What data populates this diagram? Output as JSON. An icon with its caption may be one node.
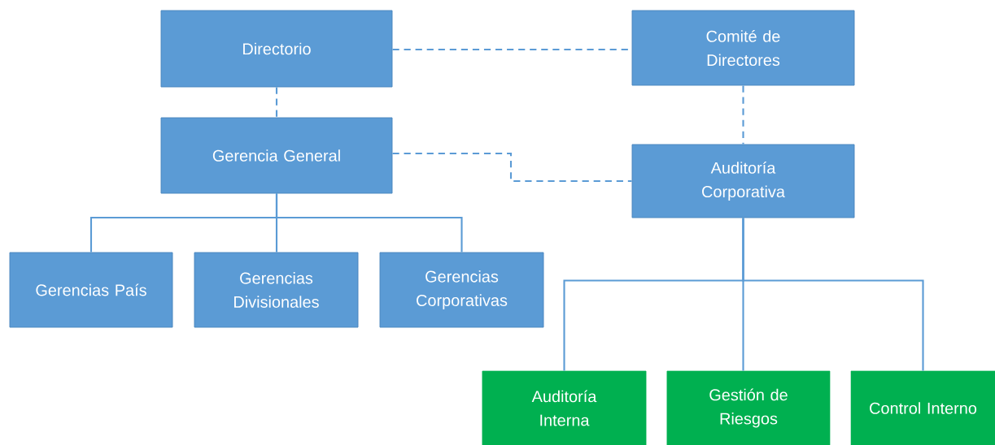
{
  "diagram": {
    "nodes": [
      {
        "text": [
          "Directorio"
        ]
      },
      {
        "text": [
          "Comité de Directores"
        ]
      },
      {
        "text": [
          "Gerencia General"
        ]
      },
      {
        "text": [
          "Auditoría Corporativa"
        ]
      },
      {
        "text": [
          "Gerencias País"
        ]
      },
      {
        "text": [
          "Gerencias Divisionales"
        ]
      },
      {
        "text": [
          "Gerencias Corporativas"
        ]
      },
      {
        "text": [
          "Auditoría Interna"
        ]
      },
      {
        "text": [
          "Gestión de Riesgos"
        ]
      },
      {
        "text": [
          "Control Interno"
        ]
      }
    ],
    "edges": [
      {
        "from": 0,
        "to": 1,
        "arrow": "none",
        "style": "dashed"
      },
      {
        "from": 0,
        "to": 2,
        "arrow": "none",
        "style": "dashed"
      },
      {
        "from": 1,
        "to": 3,
        "arrow": "none",
        "style": "dashed"
      },
      {
        "from": 2,
        "to": 3,
        "arrow": "none",
        "style": "dashed"
      },
      {
        "from": 2,
        "to": 4,
        "arrow": "none"
      },
      {
        "from": 2,
        "to": 5,
        "arrow": "none"
      },
      {
        "from": 2,
        "to": 6,
        "arrow": "none"
      },
      {
        "from": 3,
        "to": 7,
        "arrow": "none"
      },
      {
        "from": 3,
        "to": 8,
        "arrow": "none"
      },
      {
        "from": 3,
        "to": 9,
        "arrow": "none"
      }
    ]
  }
}
